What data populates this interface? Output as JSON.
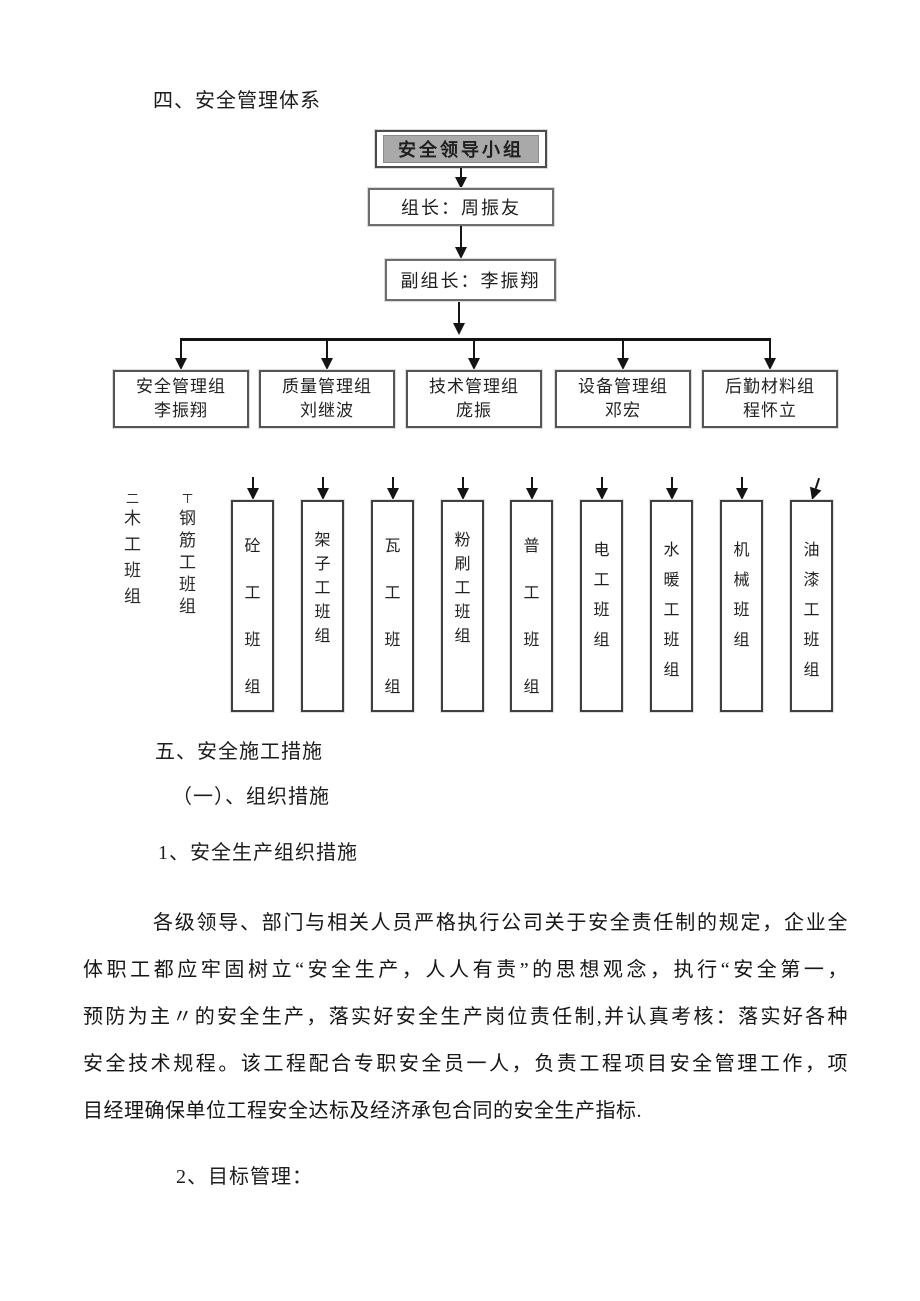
{
  "doc": {
    "section4_title": "四、安全管理体系",
    "section5_title": "五、安全施工措施",
    "subsection_title": "（一）、组织措施",
    "item1_title": "1、安全生产组织措施",
    "item2_title": "2、目标管理：",
    "paragraph_lines": [
      "各级领导、部门与相关人员严格执行公司关于安全责任制的规定，企业全",
      "体职工都应牢固树立“安全生产，人人有责”的思想观念，执行“安全第一，",
      "预防为主〃的安全生产，落实好安全生产岗位责任制,并认真考核：落实好各种",
      "安全技术规程。该工程配合专职安全员一人，负责工程项目安全管理工作，项",
      "目经理确保单位工程安全达标及经济承包合同的安全生产指标."
    ]
  },
  "org_chart": {
    "root": "安全领导小组",
    "leader": "组长：周振友",
    "deputy": "副组长：李振翔",
    "departments": [
      {
        "name": "安全管理组",
        "person": "李振翔"
      },
      {
        "name": "质量管理组",
        "person": "刘继波"
      },
      {
        "name": "技术管理组",
        "person": "庞振"
      },
      {
        "name": "设备管理组",
        "person": "邓宏"
      },
      {
        "name": "后勤材料组",
        "person": "程怀立"
      }
    ],
    "side_labels": [
      {
        "marker": "二",
        "text": "木工班组"
      },
      {
        "marker": "⊤",
        "text": "钢筋工班组"
      }
    ],
    "teams": [
      {
        "text": "砼工班组",
        "layout": "spread"
      },
      {
        "text": "架子工班组",
        "layout": "top"
      },
      {
        "text": "瓦工班组",
        "layout": "spread"
      },
      {
        "text": "粉刷工班组",
        "layout": "top"
      },
      {
        "text": "普工班组",
        "layout": "spread"
      },
      {
        "text": "电工班组",
        "layout": "middle"
      },
      {
        "text": "水暖工班组",
        "layout": "middle"
      },
      {
        "text": "机械班组",
        "layout": "middle"
      },
      {
        "text": "油漆工班组",
        "layout": "middle"
      }
    ]
  },
  "colors": {
    "root_fill": "#a9a9a9",
    "connector": "#141414",
    "box_border": "#555555"
  }
}
